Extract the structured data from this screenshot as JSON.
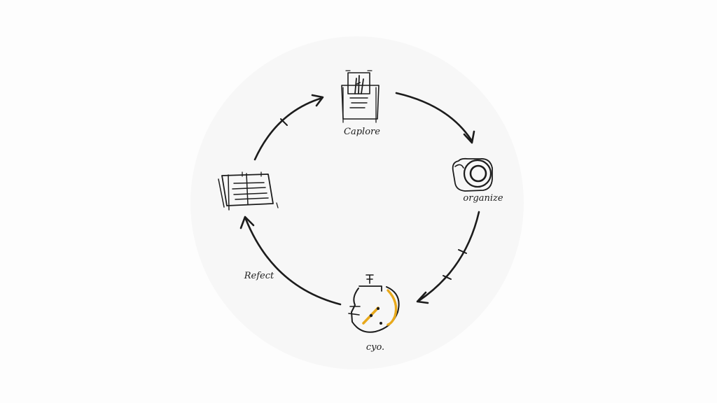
{
  "diagram": {
    "nodes": [
      {
        "id": "capture",
        "label": "Caplore",
        "icon": "document-tray-icon"
      },
      {
        "id": "organize",
        "label": "organize",
        "icon": "camera-lens-icon"
      },
      {
        "id": "do",
        "label": "cyo.",
        "icon": "pressure-cooker-icon"
      },
      {
        "id": "reflect",
        "label": "Refect",
        "icon": "notebook-icon"
      }
    ],
    "edges": [
      {
        "from": "capture",
        "to": "organize"
      },
      {
        "from": "organize",
        "to": "do"
      },
      {
        "from": "do",
        "to": "reflect"
      },
      {
        "from": "reflect",
        "to": "capture"
      }
    ],
    "colors": {
      "ink": "#1c1c1c",
      "accent": "#e8a91c",
      "background": "#fdfdfd"
    }
  }
}
